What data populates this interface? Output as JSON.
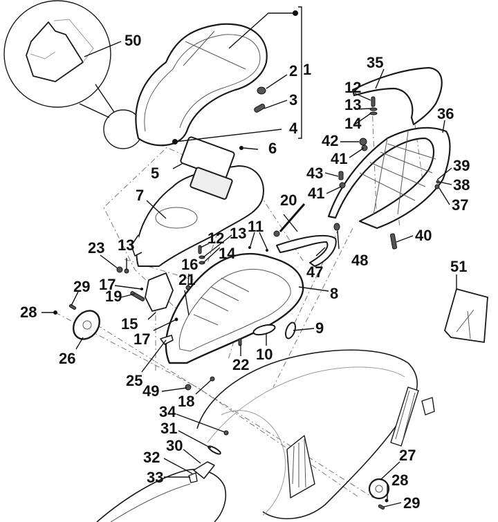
{
  "diagram": {
    "title": "Seat / rear rack exploded parts diagram",
    "callouts": [
      {
        "id": "c50",
        "label": "50"
      },
      {
        "id": "c1",
        "label": "1"
      },
      {
        "id": "c2",
        "label": "2"
      },
      {
        "id": "c3",
        "label": "3"
      },
      {
        "id": "c4",
        "label": "4"
      },
      {
        "id": "c5",
        "label": "5"
      },
      {
        "id": "c6",
        "label": "6"
      },
      {
        "id": "c7",
        "label": "7"
      },
      {
        "id": "c8",
        "label": "8"
      },
      {
        "id": "c9",
        "label": "9"
      },
      {
        "id": "c10",
        "label": "10"
      },
      {
        "id": "c11",
        "label": "11"
      },
      {
        "id": "c12a",
        "label": "12"
      },
      {
        "id": "c13a",
        "label": "13"
      },
      {
        "id": "c14a",
        "label": "14"
      },
      {
        "id": "c12b",
        "label": "12"
      },
      {
        "id": "c13b",
        "label": "13"
      },
      {
        "id": "c14b",
        "label": "14"
      },
      {
        "id": "c13c",
        "label": "13"
      },
      {
        "id": "c15",
        "label": "15"
      },
      {
        "id": "c16",
        "label": "16"
      },
      {
        "id": "c17a",
        "label": "17"
      },
      {
        "id": "c17b",
        "label": "17"
      },
      {
        "id": "c18",
        "label": "18"
      },
      {
        "id": "c19",
        "label": "19"
      },
      {
        "id": "c20",
        "label": "20"
      },
      {
        "id": "c21",
        "label": "21"
      },
      {
        "id": "c22",
        "label": "22"
      },
      {
        "id": "c23",
        "label": "23"
      },
      {
        "id": "c25",
        "label": "25"
      },
      {
        "id": "c26",
        "label": "26"
      },
      {
        "id": "c27",
        "label": "27"
      },
      {
        "id": "c28a",
        "label": "28"
      },
      {
        "id": "c28b",
        "label": "28"
      },
      {
        "id": "c29a",
        "label": "29"
      },
      {
        "id": "c29b",
        "label": "29"
      },
      {
        "id": "c30",
        "label": "30"
      },
      {
        "id": "c31",
        "label": "31"
      },
      {
        "id": "c32",
        "label": "32"
      },
      {
        "id": "c33",
        "label": "33"
      },
      {
        "id": "c34",
        "label": "34"
      },
      {
        "id": "c35",
        "label": "35"
      },
      {
        "id": "c36",
        "label": "36"
      },
      {
        "id": "c37",
        "label": "37"
      },
      {
        "id": "c38",
        "label": "38"
      },
      {
        "id": "c39",
        "label": "39"
      },
      {
        "id": "c40",
        "label": "40"
      },
      {
        "id": "c41a",
        "label": "41"
      },
      {
        "id": "c41b",
        "label": "41"
      },
      {
        "id": "c42",
        "label": "42"
      },
      {
        "id": "c43",
        "label": "43"
      },
      {
        "id": "c47",
        "label": "47"
      },
      {
        "id": "c48",
        "label": "48"
      },
      {
        "id": "c49",
        "label": "49"
      },
      {
        "id": "c51",
        "label": "51"
      }
    ],
    "parts": {
      "seat": "seat",
      "seat_detail": "seat-detail-zoom",
      "rear_seat_pad": "rear-seat-pad",
      "rear_rack": "rear-rack",
      "storage_tray": "helmet-compartment",
      "seat_frame": "seat-frame",
      "grab_handle": "grab-handle",
      "gas_strut": "gas-strut",
      "tool_kit": "tool-kit-bag",
      "side_cap_left": "side-cap-left",
      "side_cap_right": "side-cap-right",
      "body": "scooter-body"
    }
  }
}
